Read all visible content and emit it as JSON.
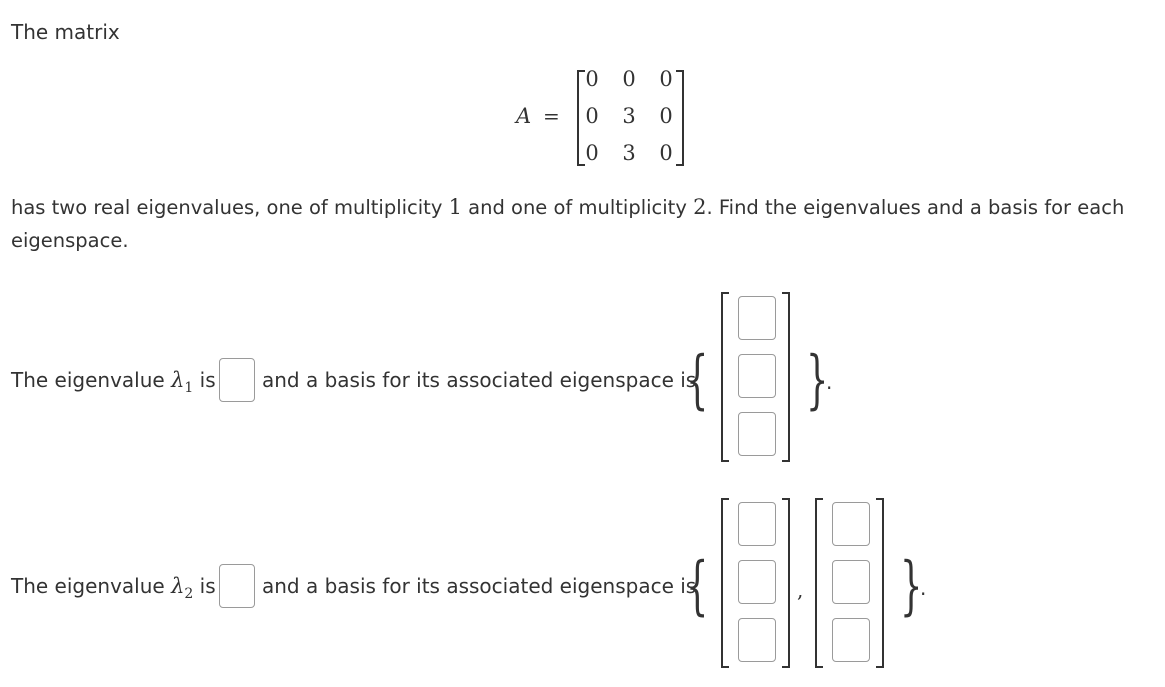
{
  "intro": "The matrix",
  "matrix": {
    "label": "A",
    "equals": "=",
    "rows": [
      [
        "0",
        "0",
        "0"
      ],
      [
        "0",
        "3",
        "0"
      ],
      [
        "0",
        "3",
        "0"
      ]
    ]
  },
  "description": {
    "part1": "has two real eigenvalues, one of multiplicity ",
    "mult1": "1",
    "part2": " and one of multiplicity ",
    "mult2": "2",
    "part3": ". Find the eigenvalues and a basis for each",
    "line2": "eigenspace."
  },
  "q1": {
    "prefix": "The eigenvalue ",
    "lambda": "λ",
    "sub": "1",
    "is": "is",
    "suffix": "and a basis for its associated eigenspace is",
    "period": ".",
    "eigenvalue_value": "",
    "vector_values": [
      "",
      "",
      ""
    ]
  },
  "q2": {
    "prefix": "The eigenvalue ",
    "lambda": "λ",
    "sub": "2",
    "is": "is",
    "suffix": "and a basis for its associated eigenspace is",
    "comma": ",",
    "period": ".",
    "eigenvalue_value": "",
    "vector1_values": [
      "",
      "",
      ""
    ],
    "vector2_values": [
      "",
      "",
      ""
    ]
  }
}
